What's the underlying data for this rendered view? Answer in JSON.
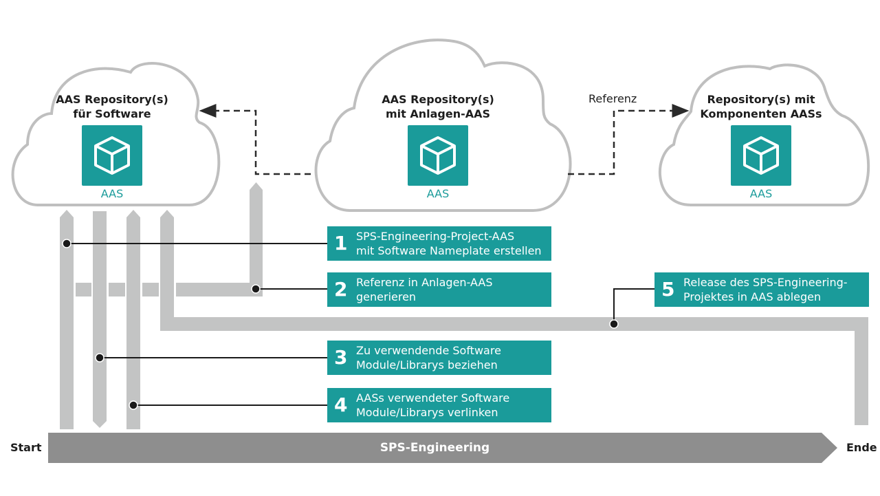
{
  "clouds": [
    {
      "id": "software",
      "title_lines": [
        "AAS Repository(s)",
        "für Software"
      ],
      "icon": "cube-icon",
      "badge": "AAS"
    },
    {
      "id": "anlagen",
      "title_lines": [
        "AAS Repository(s)",
        "mit Anlagen-AAS"
      ],
      "icon": "cube-icon",
      "badge": "AAS"
    },
    {
      "id": "komponenten",
      "title_lines": [
        "Repository(s) mit",
        "Komponenten AASs"
      ],
      "icon": "cube-icon",
      "badge": "AAS"
    }
  ],
  "reference_label": "Referenz",
  "steps": [
    {
      "number": "1",
      "lines": [
        "SPS-Engineering-Project-AAS",
        "mit Software Nameplate erstellen"
      ]
    },
    {
      "number": "2",
      "lines": [
        "Referenz in Anlagen-AAS",
        "generieren"
      ]
    },
    {
      "number": "3",
      "lines": [
        "Zu verwendende Software",
        "Module/Librarys beziehen"
      ]
    },
    {
      "number": "4",
      "lines": [
        "AASs verwendeter Software",
        "Module/Librarys verlinken"
      ]
    },
    {
      "number": "5",
      "lines": [
        "Release des SPS-Engineering-",
        "Projektes in AAS ablegen"
      ]
    }
  ],
  "timeline": {
    "start_label": "Start",
    "end_label": "Ende",
    "process_label": "SPS-Engineering"
  },
  "colors": {
    "teal": "#1a9b9a",
    "bar_gray": "#c3c4c4",
    "arrow_gray": "#8e8e8e",
    "cloud_stroke": "#bfbfbf"
  }
}
